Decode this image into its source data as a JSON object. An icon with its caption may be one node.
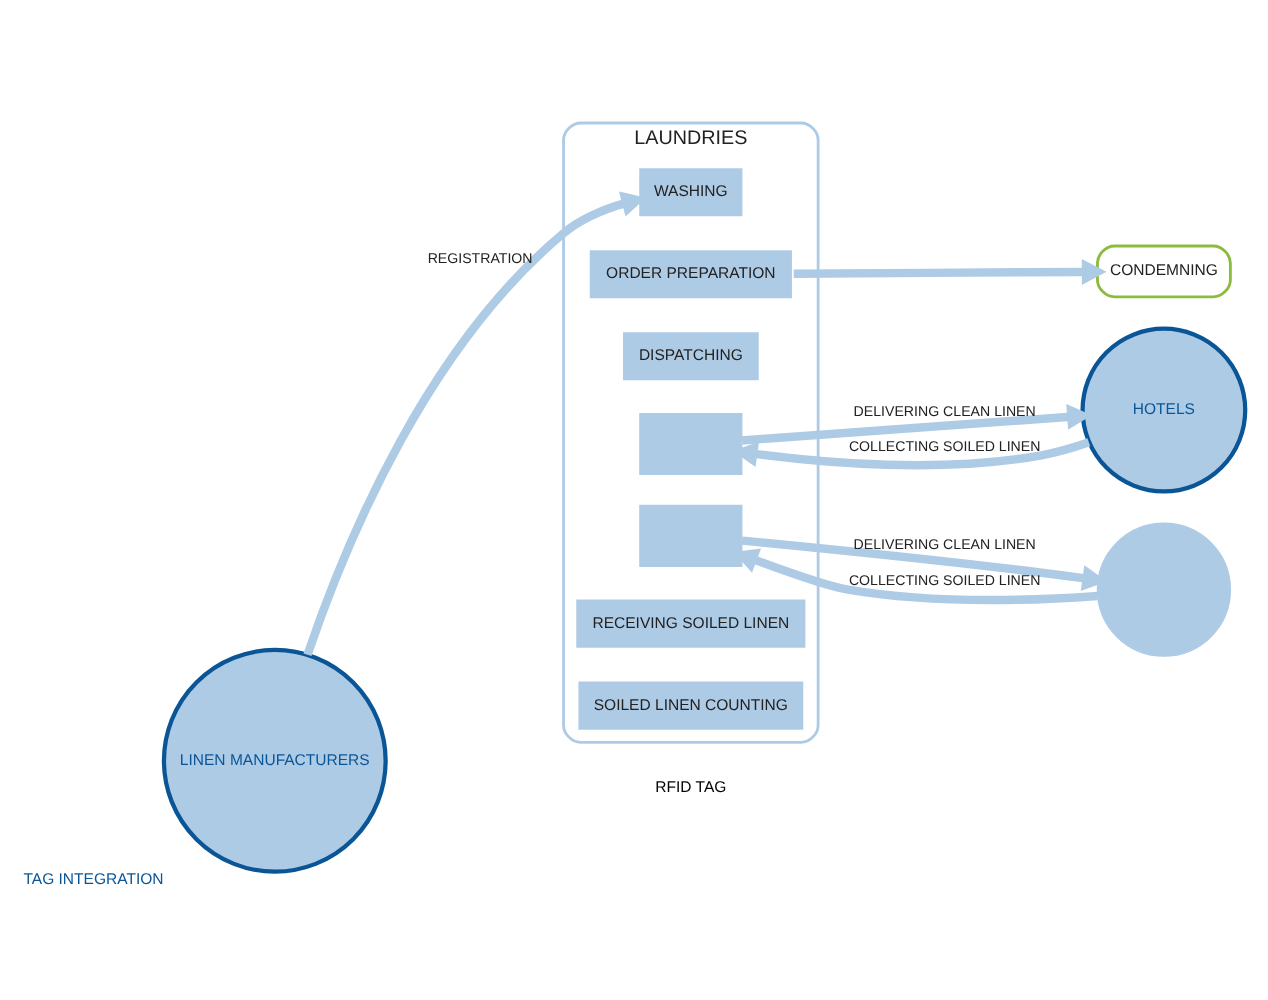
{
  "diagram": {
    "nodes": [
      {
        "text": [
          "LINEN MANUFACTURERS"
        ],
        "beside": [
          "TAG INTEGRATION"
        ]
      },
      {
        "text": [
          "LAUNDRIES"
        ]
      },
      {
        "text": [
          "WASHING"
        ],
        "in": 1
      },
      {
        "text": [
          "ORDER PREPARATION"
        ],
        "in": 1
      },
      {
        "text": [
          "DISPATCHING"
        ],
        "in": 1
      },
      {
        "text": [],
        "shape": "box",
        "in": 1
      },
      {
        "text": [],
        "shape": "box",
        "in": 1
      },
      {
        "text": [
          "RECEIVING SOILED LINEN"
        ],
        "in": 1
      },
      {
        "text": [
          "SOILED LINEN COUNTING"
        ],
        "in": 1
      },
      {
        "text": [
          "CONDEMNING"
        ]
      },
      {
        "text": [
          "HOTELS"
        ]
      },
      {
        "text": [],
        "shape": "circle"
      }
    ],
    "edges": [
      {
        "from": 0,
        "to": 2,
        "arrow": "to",
        "label": "REGISTRATION"
      },
      {
        "from": 3,
        "to": 9,
        "arrow": "to"
      },
      {
        "from": 5,
        "to": 10,
        "arrow": "to",
        "label": "DELIVERING CLEAN LINEN"
      },
      {
        "from": 10,
        "to": 5,
        "arrow": "to",
        "label": "COLLECTING SOILED LINEN"
      },
      {
        "from": 11,
        "to": 6,
        "arrow": "to",
        "label": "COLLECTING SOILED LINEN"
      },
      {
        "from": 6,
        "to": 11,
        "arrow": "to",
        "label": "DELIVERING CLEAN LINEN"
      }
    ],
    "labels": [
      "RFID TAG"
    ]
  }
}
